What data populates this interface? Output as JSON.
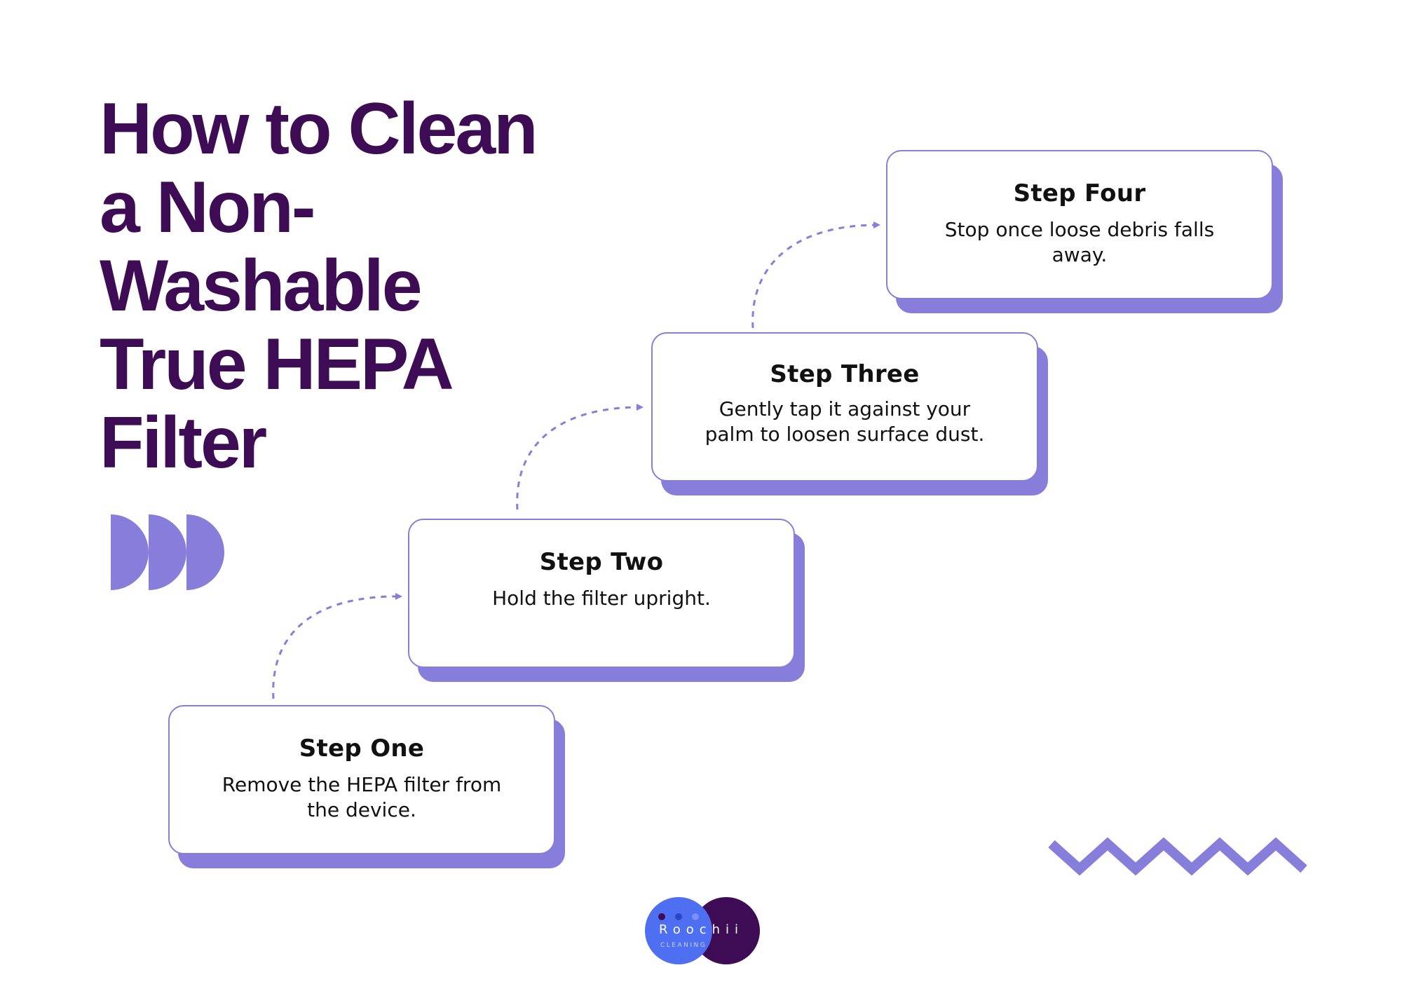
{
  "title": {
    "lines": [
      "How to Clean",
      "a Non-",
      "Washable",
      "True HEPA",
      "Filter"
    ]
  },
  "steps": [
    {
      "title": "Step One",
      "description": "Remove the HEPA filter from the device."
    },
    {
      "title": "Step Two",
      "description": "Hold the filter upright."
    },
    {
      "title": "Step Three",
      "description": "Gently tap it against your palm to loosen surface dust."
    },
    {
      "title": "Step Four",
      "description": "Stop once loose debris falls away."
    }
  ],
  "logo": {
    "name": "Roochii",
    "subtitle": "CLEANING"
  },
  "colors": {
    "title": "#3d0c55",
    "accent": "#877ddb",
    "logo_blue": "#4f6ff2",
    "logo_dark": "#3d0c55"
  }
}
